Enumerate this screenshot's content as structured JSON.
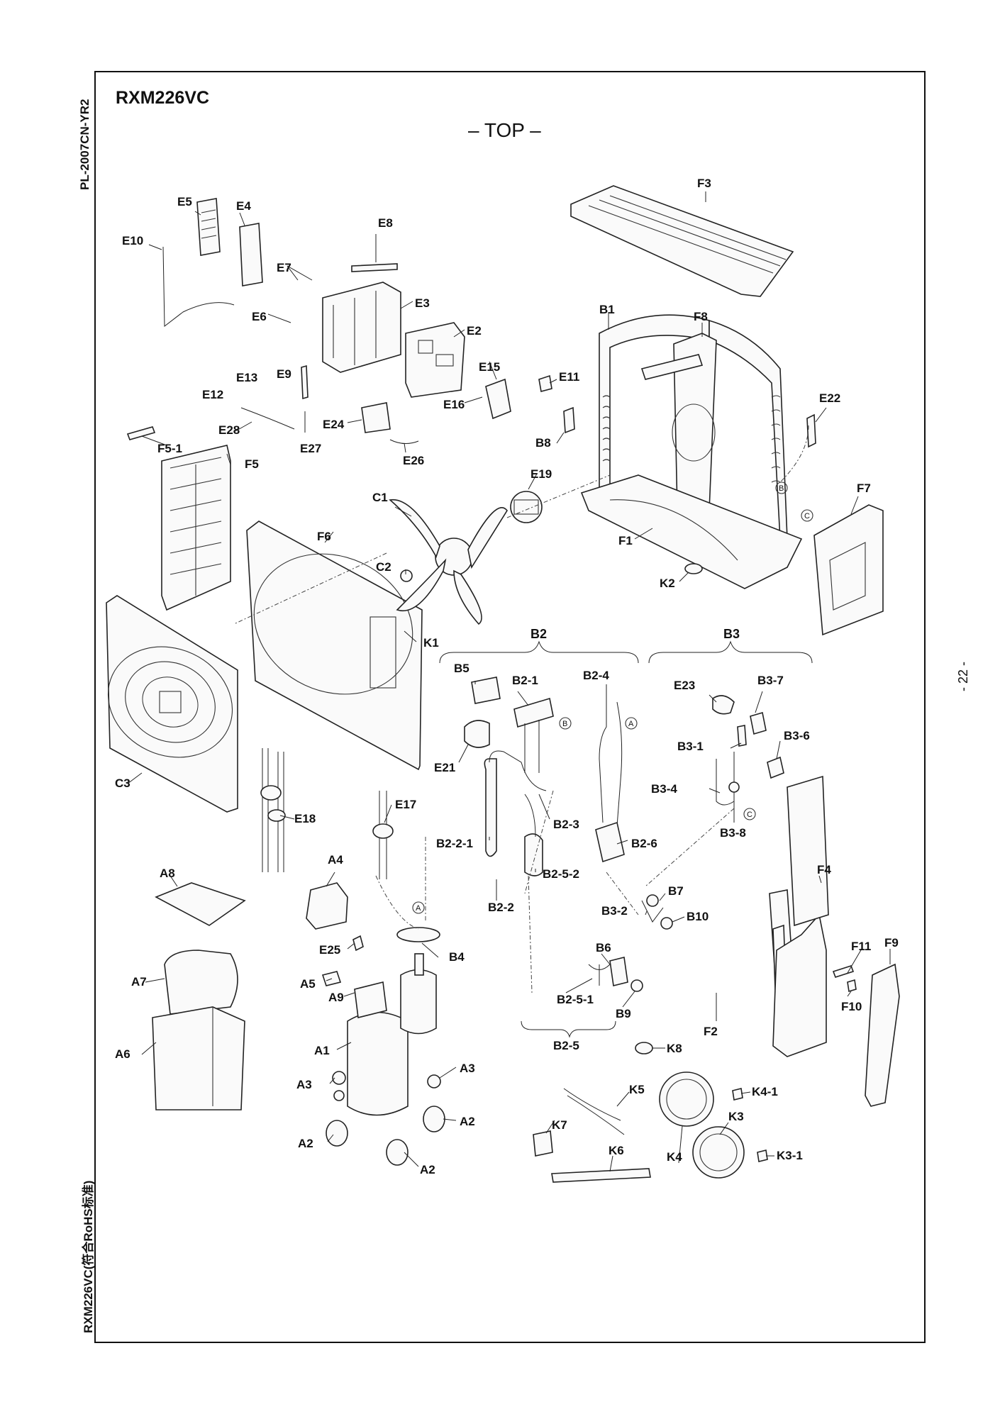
{
  "document": {
    "side_code": "PL-2007CN-YR2",
    "model": "RXM226VC",
    "view_label": "– TOP –",
    "page_number": "- 22 -",
    "footer_side": "RXM226VC(符合RoHS标准)"
  },
  "parts": {
    "F3": "F3",
    "B1": "B1",
    "F8": "F8",
    "E22": "E22",
    "F7": "F7",
    "F1": "F1",
    "K2": "K2",
    "E5": "E5",
    "E4": "E4",
    "E10": "E10",
    "E8": "E8",
    "E7": "E7",
    "E6": "E6",
    "E3": "E3",
    "E2": "E2",
    "E13": "E13",
    "E12": "E12",
    "E9": "E9",
    "E15": "E15",
    "E16": "E16",
    "E11": "E11",
    "E28": "E28",
    "E24": "E24",
    "E27": "E27",
    "E26": "E26",
    "B8": "B8",
    "F5_1": "F5-1",
    "F5": "F5",
    "E19": "E19",
    "C1": "C1",
    "F6": "F6",
    "C2": "C2",
    "K1": "K1",
    "C3": "C3",
    "E18": "E18",
    "E17": "E17",
    "A8": "A8",
    "A4": "A4",
    "A7": "A7",
    "A6": "A6",
    "E25": "E25",
    "A5": "A5",
    "A9": "A9",
    "B4": "B4",
    "A1": "A1",
    "A3a": "A3",
    "A3b": "A3",
    "A2a": "A2",
    "A2b": "A2",
    "A2c": "A2",
    "B2": "B2",
    "B5": "B5",
    "B2_1": "B2-1",
    "B2_4": "B2-4",
    "E21": "E21",
    "B2_2_1": "B2-2-1",
    "B2_3": "B2-3",
    "B2_6": "B2-6",
    "B2_5_2": "B2-5-2",
    "B2_2": "B2-2",
    "B6": "B6",
    "B2_5_1": "B2-5-1",
    "B9": "B9",
    "B2_5": "B2-5",
    "B3": "B3",
    "E23": "E23",
    "B3_7": "B3-7",
    "B3_1": "B3-1",
    "B3_6": "B3-6",
    "B3_4": "B3-4",
    "B3_8": "B3-8",
    "B7": "B7",
    "B3_2": "B3-2",
    "B10": "B10",
    "F4": "F4",
    "F11": "F11",
    "F9": "F9",
    "F10": "F10",
    "F2": "F2",
    "K8": "K8",
    "K5": "K5",
    "K4_1": "K4-1",
    "K7": "K7",
    "K3": "K3",
    "K6": "K6",
    "K4": "K4",
    "K3_1": "K3-1"
  },
  "markers": {
    "a": "A",
    "b": "B",
    "c": "C"
  }
}
